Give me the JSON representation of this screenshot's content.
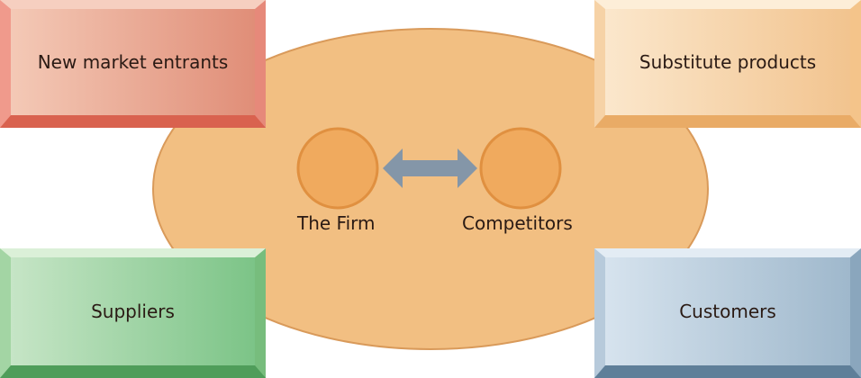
{
  "nodes": {
    "new_entrants": "New market entrants",
    "substitutes": "Substitute products",
    "suppliers": "Suppliers",
    "customers": "Customers",
    "firm": "The Firm",
    "competitors": "Competitors"
  },
  "colors": {
    "ellipse": "#f2bf82",
    "circle": "#efa75a",
    "arrow": "#8496a8"
  }
}
